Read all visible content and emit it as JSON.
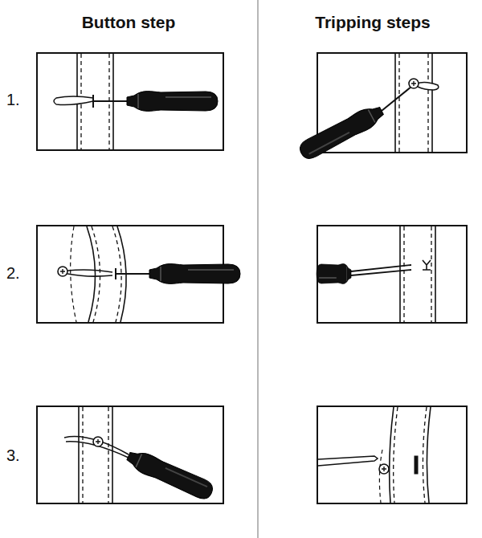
{
  "diagram": {
    "labels": [
      "Button step",
      "Tripping steps",
      "1.",
      "2.",
      "3."
    ]
  }
}
